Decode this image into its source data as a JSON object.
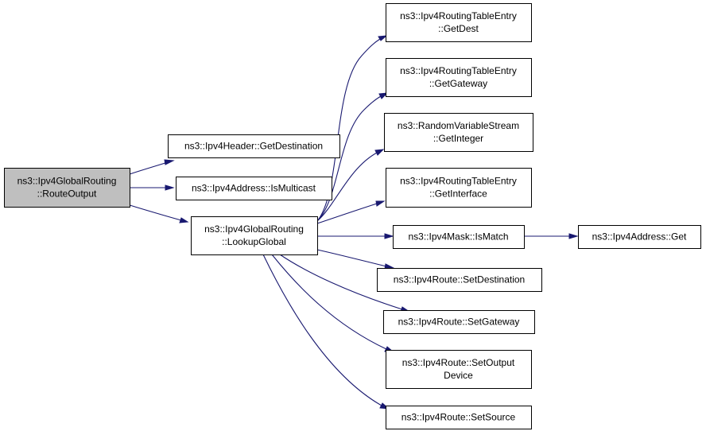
{
  "diagram": {
    "colors": {
      "node_fill": "#ffffff",
      "root_fill": "#bfbfbf",
      "border": "#000000",
      "edge": "#191970"
    },
    "nodes": [
      {
        "id": "route_output",
        "lines": [
          "ns3::Ipv4GlobalRouting",
          "::RouteOutput"
        ],
        "root": true
      },
      {
        "id": "get_destination",
        "lines": [
          "ns3::Ipv4Header::GetDestination"
        ]
      },
      {
        "id": "is_multicast",
        "lines": [
          "ns3::Ipv4Address::IsMulticast"
        ]
      },
      {
        "id": "lookup_global",
        "lines": [
          "ns3::Ipv4GlobalRouting",
          "::LookupGlobal"
        ]
      },
      {
        "id": "entry_get_dest",
        "lines": [
          "ns3::Ipv4RoutingTableEntry",
          "::GetDest"
        ]
      },
      {
        "id": "entry_get_gateway",
        "lines": [
          "ns3::Ipv4RoutingTableEntry",
          "::GetGateway"
        ]
      },
      {
        "id": "get_integer",
        "lines": [
          "ns3::RandomVariableStream",
          "::GetInteger"
        ]
      },
      {
        "id": "entry_get_interface",
        "lines": [
          "ns3::Ipv4RoutingTableEntry",
          "::GetInterface"
        ]
      },
      {
        "id": "is_match",
        "lines": [
          "ns3::Ipv4Mask::IsMatch"
        ]
      },
      {
        "id": "address_get",
        "lines": [
          "ns3::Ipv4Address::Get"
        ]
      },
      {
        "id": "set_destination",
        "lines": [
          "ns3::Ipv4Route::SetDestination"
        ]
      },
      {
        "id": "set_gateway",
        "lines": [
          "ns3::Ipv4Route::SetGateway"
        ]
      },
      {
        "id": "set_output_device",
        "lines": [
          "ns3::Ipv4Route::SetOutput",
          "Device"
        ]
      },
      {
        "id": "set_source",
        "lines": [
          "ns3::Ipv4Route::SetSource"
        ]
      }
    ],
    "edges": [
      {
        "from": "route_output",
        "to": "get_destination"
      },
      {
        "from": "route_output",
        "to": "is_multicast"
      },
      {
        "from": "route_output",
        "to": "lookup_global"
      },
      {
        "from": "lookup_global",
        "to": "entry_get_dest"
      },
      {
        "from": "lookup_global",
        "to": "entry_get_gateway"
      },
      {
        "from": "lookup_global",
        "to": "get_integer"
      },
      {
        "from": "lookup_global",
        "to": "entry_get_interface"
      },
      {
        "from": "lookup_global",
        "to": "is_match"
      },
      {
        "from": "lookup_global",
        "to": "set_destination"
      },
      {
        "from": "lookup_global",
        "to": "set_gateway"
      },
      {
        "from": "lookup_global",
        "to": "set_output_device"
      },
      {
        "from": "lookup_global",
        "to": "set_source"
      },
      {
        "from": "is_match",
        "to": "address_get"
      }
    ]
  }
}
